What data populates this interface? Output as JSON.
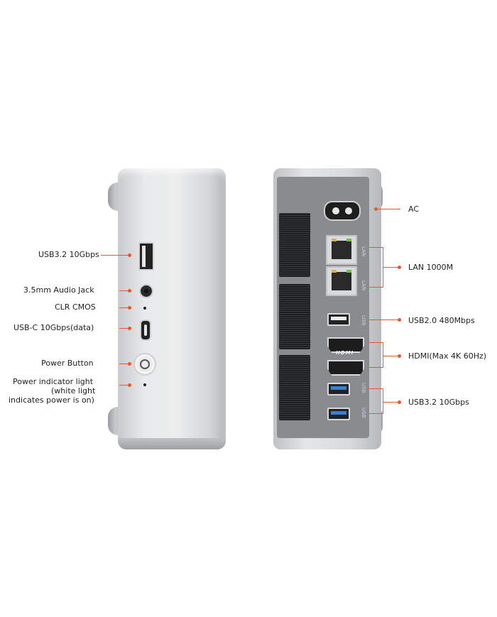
{
  "left_labels": {
    "usb32": "USB3.2 10Gbps",
    "audio": "3.5mm Audio Jack",
    "clr_cmos": "CLR CMOS",
    "usbc": "USB-C 10Gbps(data)",
    "power_button": "Power Button",
    "power_light_1": "Power indicator light",
    "power_light_2": "(white light",
    "power_light_3": "indicates power is on)"
  },
  "right_labels": {
    "ac": "AC",
    "lan": "LAN 1000M",
    "usb20": "USB2.0 480Mbps",
    "hdmi": "HDMI(Max 4K 60Hz)",
    "usb32": "USB3.2 10Gbps"
  },
  "port_text": {
    "lan1": "LAN",
    "lan2": "LAN",
    "usb_a": "USB",
    "usb_b": "USB",
    "usb_c": "USB",
    "hdmi_logo": "HDMI"
  },
  "colors": {
    "accent": "#e8562a",
    "device_silver": "#e6e7e9",
    "rear_panel": "#898b8f"
  }
}
